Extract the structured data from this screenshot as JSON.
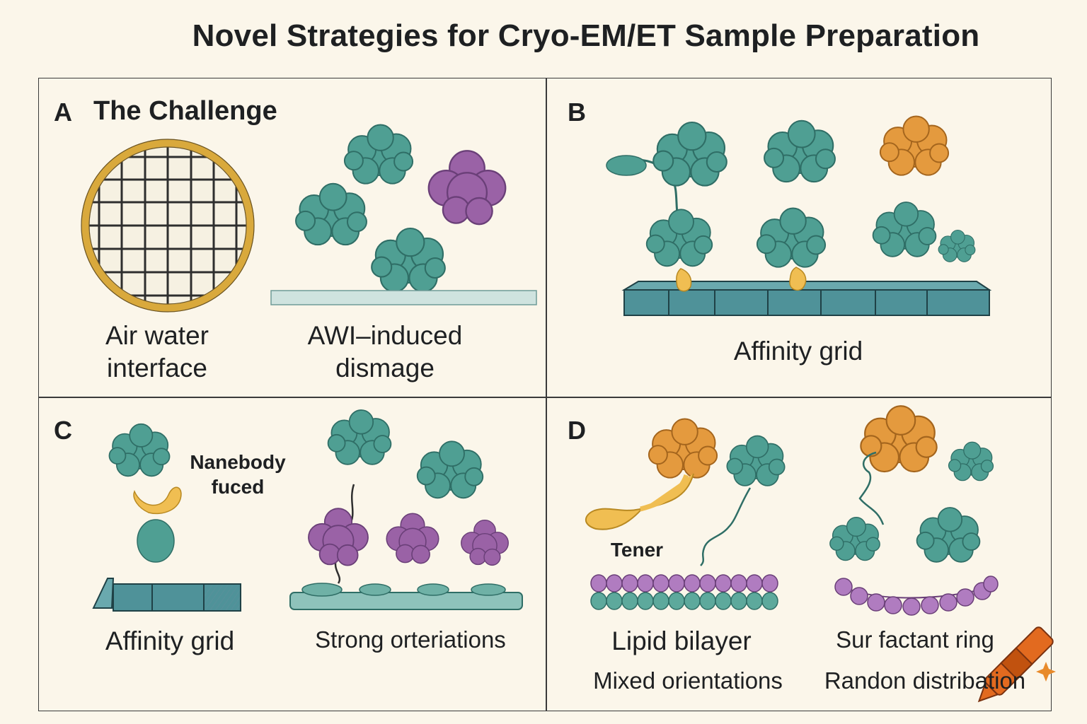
{
  "title": "Novel Strategies for Cryo-EM/ET Sample Preparation",
  "panels": {
    "a": {
      "label": "A",
      "title": "The Challenge",
      "caption_left": [
        "Air water",
        "interface"
      ],
      "caption_right": [
        "AWI–induced",
        "dismage"
      ]
    },
    "b": {
      "label": "B",
      "caption": "Affinity grid"
    },
    "c": {
      "label": "C",
      "annotation": [
        "Nanebody",
        "fuced"
      ],
      "caption_left": "Affinity grid",
      "caption_right": "Strong orteriations"
    },
    "d": {
      "label": "D",
      "annotation": "Tener",
      "caption_left": "Lipid bilayer",
      "caption_right": "Sur factant ring",
      "subcaption_left": "Mixed orientations",
      "subcaption_right": "Randon distribation"
    }
  },
  "colors": {
    "background": "#fbf6ea",
    "protein_teal": "#4f9f93",
    "protein_purple": "#9a62a6",
    "protein_orange": "#e49a3e",
    "linker_yellow": "#f0be52",
    "grid_blue": "#4f9299",
    "ring_gold": "#d9a93c"
  },
  "icons": [
    "crayon-icon",
    "sparkle-icon"
  ]
}
